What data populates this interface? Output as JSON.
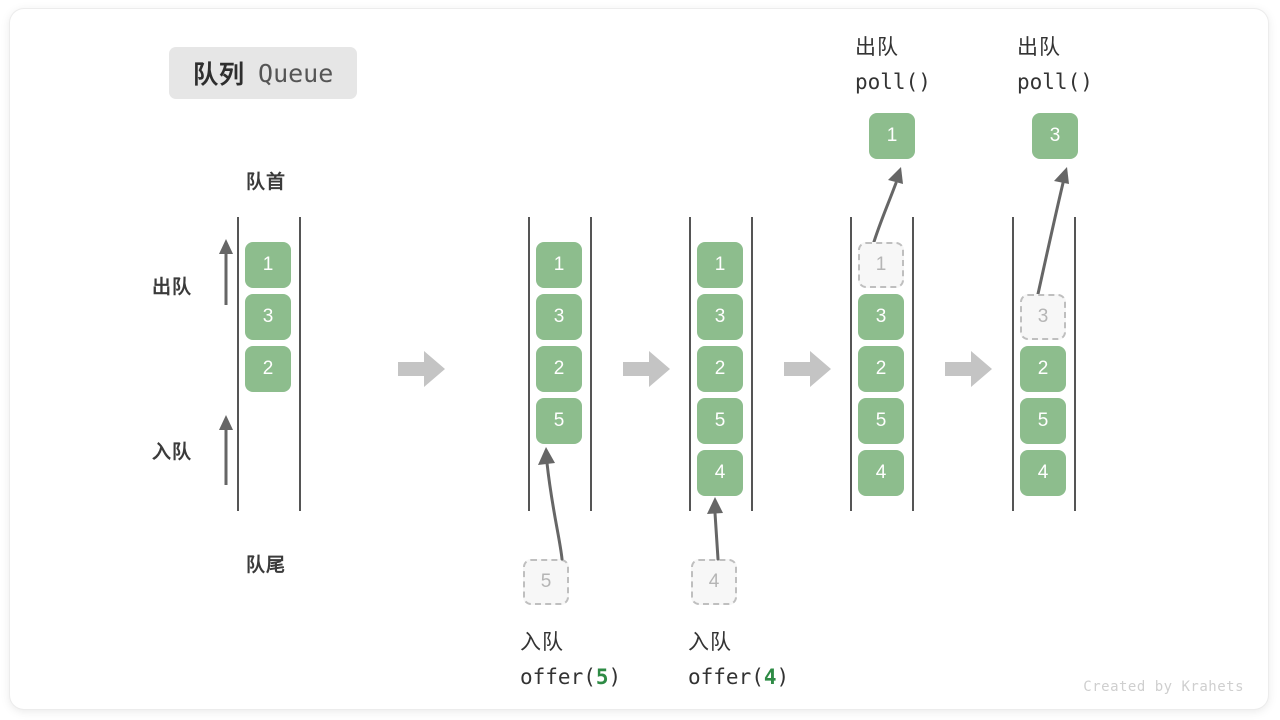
{
  "title": {
    "cn": "队列",
    "en": "Queue"
  },
  "labels": {
    "head": "队首",
    "tail": "队尾",
    "dequeue": "出队",
    "enqueue": "入队"
  },
  "colors": {
    "element": "#8dbd8d",
    "element_text": "#ffffff",
    "ghost_fill": "#f7f7f7",
    "ghost_border": "#bfbfbf",
    "ghost_text": "#b5b5b5",
    "rail": "#555555",
    "step_arrow": "#c4c4c4",
    "motion_arrow": "#666666",
    "chip_bg": "#e6e6e6",
    "accent_arg": "#2e8b45"
  },
  "steps": [
    {
      "id": "initial",
      "cells": [
        {
          "value": "1",
          "state": "filled"
        },
        {
          "value": "3",
          "state": "filled"
        },
        {
          "value": "2",
          "state": "filled"
        }
      ]
    },
    {
      "id": "after-offer-5",
      "cells": [
        {
          "value": "1",
          "state": "filled"
        },
        {
          "value": "3",
          "state": "filled"
        },
        {
          "value": "2",
          "state": "filled"
        },
        {
          "value": "5",
          "state": "filled"
        }
      ],
      "caption_bottom": {
        "cn": "入队",
        "fn": "offer(",
        "arg": "5",
        "fn_end": ")"
      },
      "incoming": {
        "value": "5",
        "state": "ghost"
      }
    },
    {
      "id": "after-offer-4",
      "cells": [
        {
          "value": "1",
          "state": "filled"
        },
        {
          "value": "3",
          "state": "filled"
        },
        {
          "value": "2",
          "state": "filled"
        },
        {
          "value": "5",
          "state": "filled"
        },
        {
          "value": "4",
          "state": "filled"
        }
      ],
      "caption_bottom": {
        "cn": "入队",
        "fn": "offer(",
        "arg": "4",
        "fn_end": ")"
      },
      "incoming": {
        "value": "4",
        "state": "ghost"
      }
    },
    {
      "id": "after-poll-1",
      "cells": [
        {
          "value": "1",
          "state": "ghost"
        },
        {
          "value": "3",
          "state": "filled"
        },
        {
          "value": "2",
          "state": "filled"
        },
        {
          "value": "5",
          "state": "filled"
        },
        {
          "value": "4",
          "state": "filled"
        }
      ],
      "caption_top": {
        "cn": "出队",
        "fn": "poll()"
      },
      "popped": {
        "value": "1",
        "state": "pop"
      }
    },
    {
      "id": "after-poll-3",
      "cells": [
        {
          "value": "3",
          "state": "ghost"
        },
        {
          "value": "2",
          "state": "filled"
        },
        {
          "value": "5",
          "state": "filled"
        },
        {
          "value": "4",
          "state": "filled"
        }
      ],
      "caption_top": {
        "cn": "出队",
        "fn": "poll()"
      },
      "popped": {
        "value": "3",
        "state": "pop"
      }
    }
  ],
  "credit": "Created by Krahets"
}
